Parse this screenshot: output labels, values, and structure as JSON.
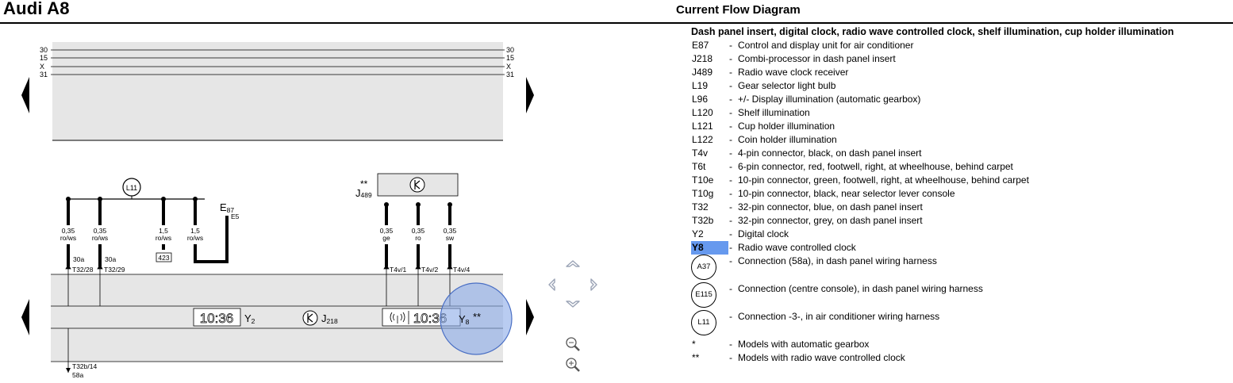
{
  "header": {
    "brand": "Audi A8",
    "diagram_title": "Current Flow Diagram"
  },
  "legend": {
    "heading": "Dash panel insert, digital clock, radio wave controlled clock, shelf illumination, cup holder illumination",
    "items": [
      {
        "code": "E87",
        "desc": "Control and display unit for air conditioner"
      },
      {
        "code": "J218",
        "desc": "Combi-processor in dash panel insert"
      },
      {
        "code": "J489",
        "desc": "Radio wave clock receiver"
      },
      {
        "code": "L19",
        "desc": "Gear selector light bulb"
      },
      {
        "code": "L96",
        "desc": "+/- Display illumination (automatic gearbox)"
      },
      {
        "code": "L120",
        "desc": "Shelf illumination"
      },
      {
        "code": "L121",
        "desc": "Cup holder illumination"
      },
      {
        "code": "L122",
        "desc": "Coin holder illumination"
      },
      {
        "code": "T4v",
        "desc": "4-pin connector, black, on dash panel insert"
      },
      {
        "code": "T6t",
        "desc": "6-pin connector, red, footwell, right, at wheelhouse, behind carpet"
      },
      {
        "code": "T10e",
        "desc": "10-pin connector, green, footwell, right, at wheelhouse, behind carpet"
      },
      {
        "code": "T10g",
        "desc": "10-pin connector, black, near selector lever console"
      },
      {
        "code": "T32",
        "desc": "32-pin connector, blue, on dash panel insert"
      },
      {
        "code": "T32b",
        "desc": "32-pin connector, grey, on dash panel insert"
      },
      {
        "code": "Y2",
        "desc": "Digital clock"
      },
      {
        "code": "Y8",
        "desc": "Radio wave controlled clock"
      }
    ],
    "connections": [
      {
        "code": "A37",
        "desc": "Connection (58a), in dash panel wiring harness"
      },
      {
        "code": "E115",
        "desc": "Connection (centre console), in dash panel wiring harness"
      },
      {
        "code": "L11",
        "desc": "Connection -3-, in air conditioner wiring harness"
      }
    ],
    "notes": [
      {
        "code": "*",
        "desc": "Models with automatic gearbox"
      },
      {
        "code": "**",
        "desc": "Models with radio wave controlled clock"
      }
    ],
    "dash": "-"
  },
  "diagram": {
    "rails": {
      "left": [
        "30",
        "15",
        "X",
        "31"
      ],
      "right": [
        "30",
        "15",
        "X",
        "31"
      ]
    },
    "wires": [
      {
        "size": "0,35",
        "color": "ro/ws",
        "pin": "T32/28",
        "term": "30a"
      },
      {
        "size": "0,35",
        "color": "ro/ws",
        "pin": "T32/29",
        "term": "30a"
      },
      {
        "size": "1,5",
        "color": "ro/ws",
        "ref": "423"
      },
      {
        "size": "1,5",
        "color": "ro/ws"
      },
      {
        "size": "0,35",
        "color": "ge",
        "pin": "T4v/1"
      },
      {
        "size": "0,35",
        "color": "ro",
        "pin": "T4v/2"
      },
      {
        "size": "0,35",
        "color": "sw",
        "pin": "T4v/4"
      }
    ],
    "labels": {
      "l11": "L11",
      "e87": "E",
      "e87_sub": "87",
      "e87_pin": "E5",
      "j489_stars": "**",
      "j489": "J",
      "j489_sub": "489",
      "y2_display": "10:36",
      "y2": "Y",
      "y2_sub": "2",
      "j218": "J",
      "j218_sub": "218",
      "y8_display": "10:36",
      "y8": "Y",
      "y8_sub": "8",
      "y8_stars": "**",
      "bottom_pin": "T32b/14",
      "bottom_term": "58a"
    }
  },
  "colors": {
    "highlight": "#6699ee",
    "component_fill": "#e6e6e6",
    "circle_fill": "#8aaae8"
  }
}
